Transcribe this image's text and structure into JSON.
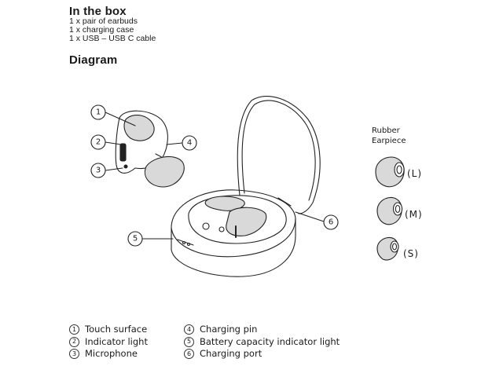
{
  "in_box": {
    "title": "In the box",
    "items": [
      "1 x pair of earbuds",
      "1 x charging case",
      "1 x USB – USB C cable"
    ]
  },
  "diagram": {
    "title": "Diagram",
    "callout_numbers": [
      "1",
      "2",
      "3",
      "4",
      "5",
      "6"
    ],
    "earpiece_label": [
      "Rubber",
      "Earpiece"
    ],
    "sizes": [
      "(L)",
      "(M)",
      "(S)"
    ]
  },
  "legend": {
    "left": [
      {
        "num": "1",
        "label": "Touch surface"
      },
      {
        "num": "2",
        "label": "Indicator light"
      },
      {
        "num": "3",
        "label": "Microphone"
      }
    ],
    "right": [
      {
        "num": "4",
        "label": "Charging pin"
      },
      {
        "num": "5",
        "label": "Battery capacity indicator light"
      },
      {
        "num": "6",
        "label": "Charging port"
      }
    ]
  },
  "colors": {
    "line": "#222222",
    "earbud_fill": "#d9d9d9",
    "background": "#ffffff"
  }
}
